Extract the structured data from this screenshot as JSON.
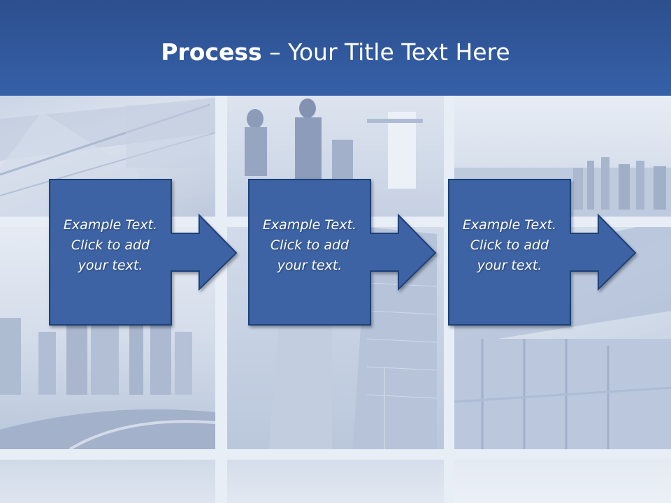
{
  "title": {
    "bold_part": "Process",
    "rest_part": " – Your Title Text Here"
  },
  "steps": [
    {
      "text": "Example Text.\nClick  to add\nyour text."
    },
    {
      "text": "Example Text.\nClick  to add\nyour text."
    },
    {
      "text": "Example Text.\nClick  to add\nyour text."
    }
  ],
  "colors": {
    "title_bar": "#3560a8",
    "box_fill": "#3e64a4",
    "box_stroke": "#1f3f78",
    "text": "#ffffff"
  }
}
